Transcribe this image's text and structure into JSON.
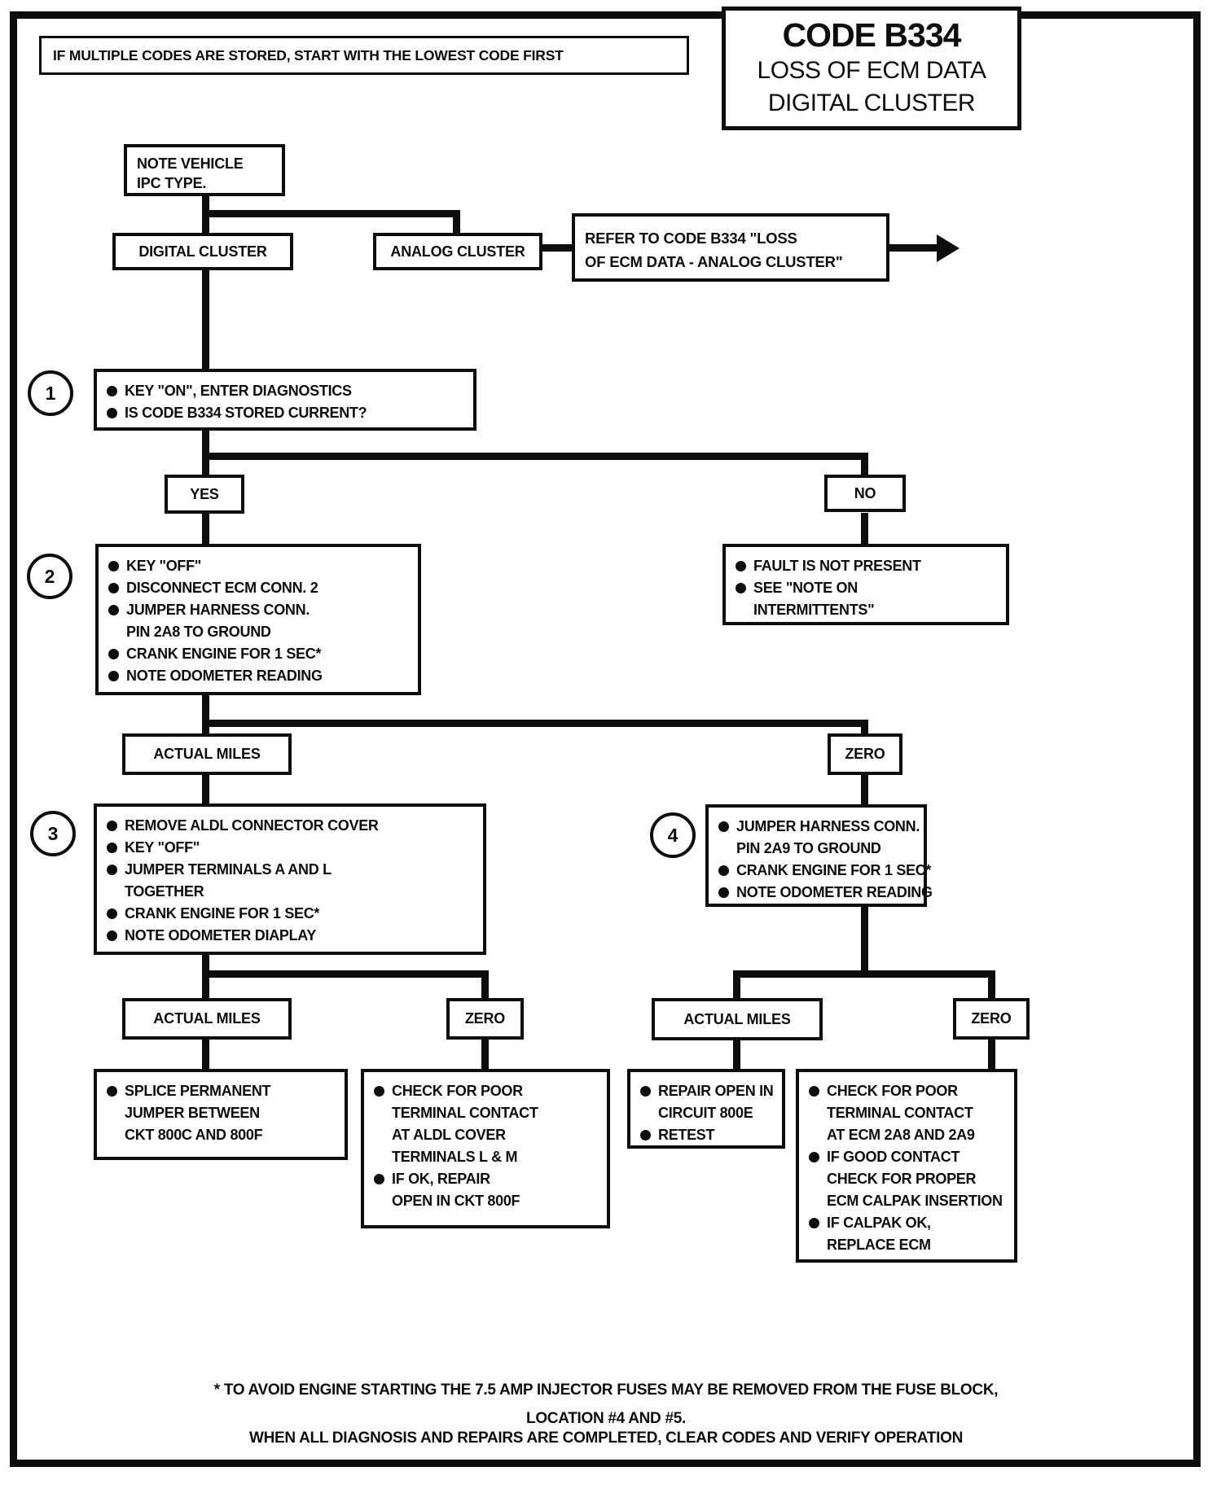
{
  "page": {
    "ink": "#0d0d0d",
    "notice": "IF MULTIPLE CODES ARE STORED, START WITH THE LOWEST CODE FIRST",
    "footnotes": [
      "* TO AVOID ENGINE STARTING THE 7.5 AMP INJECTOR FUSES MAY BE REMOVED FROM THE FUSE BLOCK,",
      "LOCATION #4 AND #5.",
      "WHEN ALL DIAGNOSIS AND REPAIRS ARE COMPLETED, CLEAR CODES AND VERIFY OPERATION"
    ]
  },
  "header": {
    "code": "CODE B334",
    "subtitle1": "LOSS OF ECM DATA",
    "subtitle2": "DIGITAL CLUSTER"
  },
  "labels": {
    "yes": "YES",
    "no": "NO",
    "actual_miles": "ACTUAL MILES",
    "zero": "ZERO"
  },
  "nodes": {
    "note_vehicle": {
      "lines": [
        "NOTE VEHICLE",
        "IPC TYPE."
      ]
    },
    "digital_cluster": "DIGITAL CLUSTER",
    "analog_cluster": "ANALOG CLUSTER",
    "refer": {
      "lines": [
        "REFER TO CODE B334  \"LOSS",
        "OF ECM DATA - ANALOG CLUSTER\""
      ]
    },
    "step1": {
      "num": "1",
      "items": [
        [
          "KEY \"ON\", ENTER DIAGNOSTICS"
        ],
        [
          "IS CODE B334 STORED CURRENT?"
        ]
      ]
    },
    "step2": {
      "num": "2",
      "items": [
        [
          "KEY \"OFF\""
        ],
        [
          "DISCONNECT ECM CONN. 2"
        ],
        [
          "JUMPER HARNESS CONN.",
          "PIN 2A8 TO GROUND"
        ],
        [
          "CRANK ENGINE FOR 1 SEC*"
        ],
        [
          "NOTE ODOMETER READING"
        ]
      ]
    },
    "no_result": {
      "items": [
        [
          "FAULT IS NOT PRESENT"
        ],
        [
          "SEE \"NOTE ON",
          "INTERMITTENTS\""
        ]
      ]
    },
    "step3": {
      "num": "3",
      "items": [
        [
          "REMOVE ALDL CONNECTOR COVER"
        ],
        [
          "KEY \"OFF\""
        ],
        [
          "JUMPER TERMINALS A AND L",
          "TOGETHER"
        ],
        [
          "CRANK ENGINE FOR 1 SEC*"
        ],
        [
          "NOTE ODOMETER DIAPLAY"
        ]
      ]
    },
    "step4": {
      "num": "4",
      "items": [
        [
          "JUMPER HARNESS CONN.",
          "PIN 2A9 TO GROUND"
        ],
        [
          "CRANK ENGINE FOR 1 SEC*"
        ],
        [
          "NOTE ODOMETER READING"
        ]
      ]
    },
    "leaf_splice": {
      "items": [
        [
          "SPLICE PERMANENT",
          "JUMPER BETWEEN",
          "CKT 800C AND 800F"
        ]
      ]
    },
    "leaf_aldl": {
      "items": [
        [
          "CHECK FOR POOR",
          "TERMINAL CONTACT",
          "AT ALDL COVER",
          "TERMINALS L & M"
        ],
        [
          "IF OK, REPAIR",
          "OPEN IN CKT 800F"
        ]
      ]
    },
    "leaf_800e": {
      "items": [
        [
          "REPAIR OPEN IN",
          "CIRCUIT 800E"
        ],
        [
          "RETEST"
        ]
      ]
    },
    "leaf_ecm": {
      "items": [
        [
          "CHECK FOR POOR",
          "TERMINAL CONTACT",
          "AT ECM 2A8 AND 2A9"
        ],
        [
          "IF GOOD CONTACT",
          "CHECK FOR PROPER",
          "ECM CALPAK INSERTION"
        ],
        [
          "IF CALPAK OK,",
          "REPLACE ECM"
        ]
      ]
    }
  }
}
